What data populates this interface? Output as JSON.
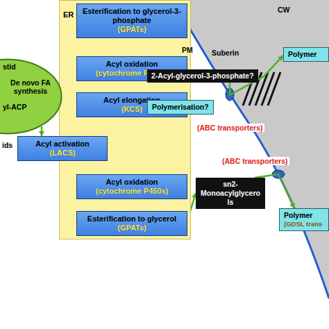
{
  "diagram": {
    "nodes": [
      {
        "text": [
          "ER"
        ]
      },
      {
        "text": [
          "Esterification to glycerol-3-phosphate",
          "(GPATs)"
        ],
        "in": 0
      },
      {
        "text": [
          "Acyl oxidation",
          "(cytochrome P450s)"
        ],
        "in": 0
      },
      {
        "text": [
          "Acyl elongation",
          "(KCS)"
        ],
        "in": 0
      },
      {
        "text": [
          "Acyl activation",
          "(LACS)"
        ]
      },
      {
        "text": [
          "Acyl oxidation",
          "(cytochrome P450s)"
        ],
        "in": 0
      },
      {
        "text": [
          "Esterification to glycerol",
          "(GPATs)"
        ],
        "in": 0
      },
      {
        "text": [
          "stid",
          "De novo FA synthesis",
          "yl-ACP"
        ]
      },
      {
        "text": [
          "2-Acyl-glycerol-3-phosphate?"
        ]
      },
      {
        "text": [
          "Polymerisation?"
        ]
      },
      {
        "text": [
          "Polymer"
        ]
      },
      {
        "text": [
          "sn2-Monoacylglycerols"
        ]
      },
      {
        "text": [
          "Polymer",
          "(GDSL trans"
        ]
      }
    ],
    "edges": [
      {
        "from": 7,
        "to": 4,
        "arrow": "to"
      },
      {
        "from": 4,
        "to": 3,
        "arrow": "to"
      },
      {
        "from": 3,
        "to": 2,
        "arrow": "to"
      },
      {
        "from": 2,
        "to": 1,
        "arrow": "to"
      },
      {
        "from": 4,
        "to": 5,
        "arrow": "to"
      },
      {
        "from": 5,
        "to": 6,
        "arrow": "to"
      },
      {
        "from": 1,
        "to": 8,
        "arrow": "to"
      },
      {
        "from": 6,
        "to": 11,
        "arrow": "to"
      },
      {
        "from": 8,
        "to": 10,
        "arrow": "to"
      },
      {
        "from": 11,
        "to": 12,
        "arrow": "to"
      }
    ],
    "labels": [
      "PM",
      "CW",
      "Suberin",
      "(ABC transporters)",
      "(ABC transporters)",
      "ids"
    ]
  }
}
